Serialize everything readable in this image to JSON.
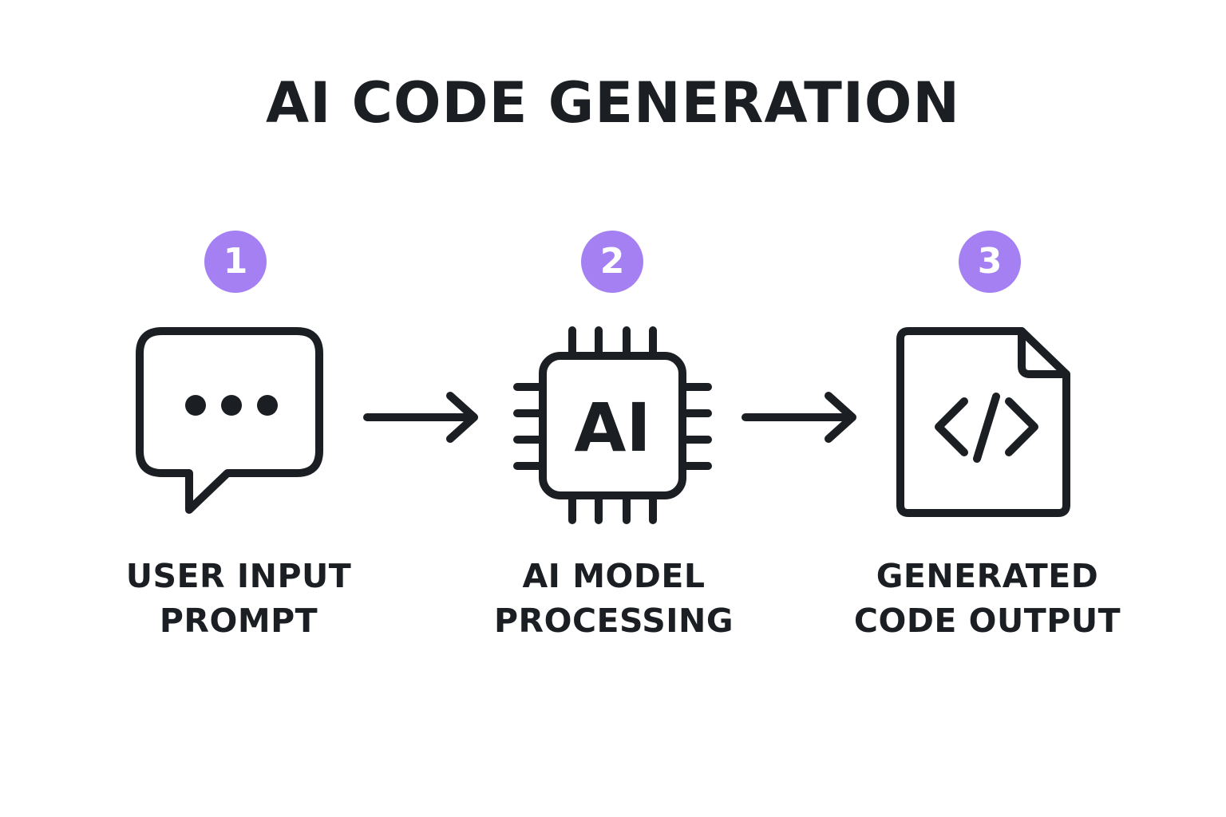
{
  "title": "AI CODE GENERATION",
  "accent_color": "#a480f2",
  "text_color": "#1b1e22",
  "steps": [
    {
      "number": "1",
      "icon": "chat-bubble-icon",
      "label_line1": "USER INPUT",
      "label_line2": "PROMPT"
    },
    {
      "number": "2",
      "icon": "ai-chip-icon",
      "chip_text": "AI",
      "label_line1": "AI MODEL",
      "label_line2": "PROCESSING"
    },
    {
      "number": "3",
      "icon": "code-file-icon",
      "label_line1": "GENERATED",
      "label_line2": "CODE OUTPUT"
    }
  ],
  "connectors": [
    "arrow-right-icon",
    "arrow-right-icon"
  ]
}
